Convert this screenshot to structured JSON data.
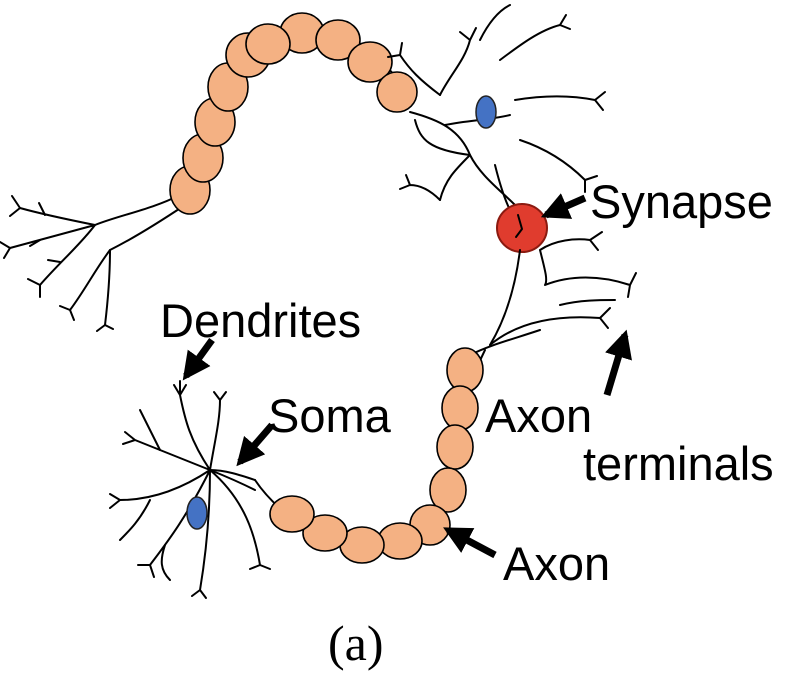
{
  "labels": {
    "synapse": "Synapse",
    "dendrites": "Dendrites",
    "soma": "Soma",
    "axon_terminals_line1": "Axon",
    "axon_terminals_line2": "terminals",
    "axon": "Axon",
    "caption": "(a)"
  },
  "colors": {
    "myelin": "#F4B183",
    "nucleus": "#4472C4",
    "synapse": "#E03C2E",
    "outline": "#000000"
  }
}
